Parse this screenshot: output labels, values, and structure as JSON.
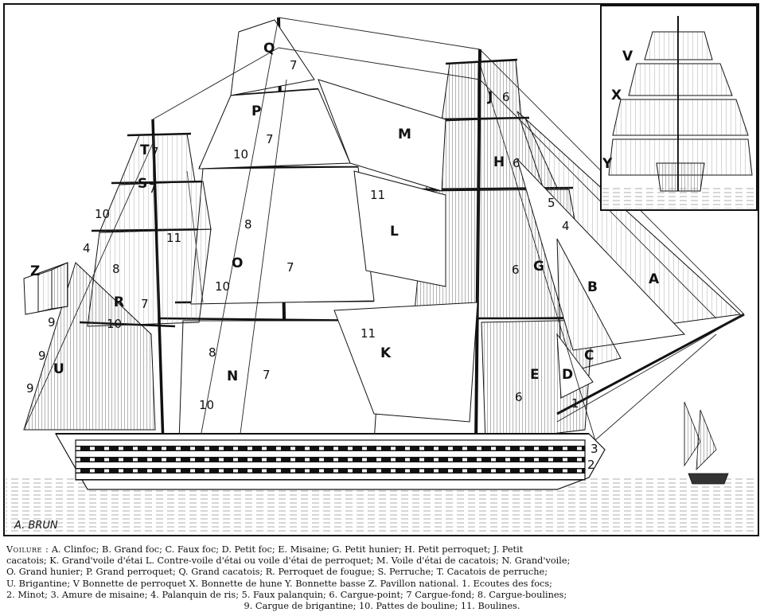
{
  "sail_labels": {
    "A": "A",
    "B": "B",
    "C": "C",
    "D": "D",
    "E": "E",
    "G": "G",
    "H": "H",
    "J": "J",
    "K": "K",
    "L": "L",
    "M": "M",
    "N": "N",
    "O": "O",
    "P": "P",
    "Q": "Q",
    "R": "R",
    "S": "S",
    "T": "T",
    "U": "U",
    "V": "V",
    "X": "X",
    "Y": "Y",
    "Z": "Z"
  },
  "rigging_numbers": {
    "n1": "1",
    "n2": "2",
    "n3": "3",
    "n4": "4",
    "n5": "5",
    "n6": "6",
    "n7": "7",
    "n8": "8",
    "n9": "9",
    "n10": "10",
    "n11": "11"
  },
  "signature": "A. BRUN",
  "caption": {
    "title": "Voilure :",
    "line1": "A. Clinfoc; B. Grand foc; C. Faux foc; D. Petit foc; E. Misaine; G. Petit hunier; H. Petit perroquet; J. Petit",
    "line2": "cacatois; K. Grand'voile d'étai L. Contre-voile d'étai ou voile d'étai de perroquet; M. Voile d'étai de cacatois; N. Grand'voile;",
    "line3": "O. Grand hunier; P. Grand perroquet; Q. Grand cacatois; R. Perroquet de fougue; S. Perruche; T. Cacatois de perruche;",
    "line4": "U. Brigantine; V Bonnette de perroquet X. Bonnette de hune Y. Bonnette basse Z. Pavillon national. 1. Ecoutes des focs;",
    "line5": "2. Minot; 3. Amure de misaine; 4. Palanquin de ris; 5. Faux palanquin; 6. Cargue-point; 7 Cargue-fond; 8. Cargue-boulines;",
    "line6": "9. Cargue de brigantine; 10. Pattes de bouline; 11. Boulines."
  }
}
